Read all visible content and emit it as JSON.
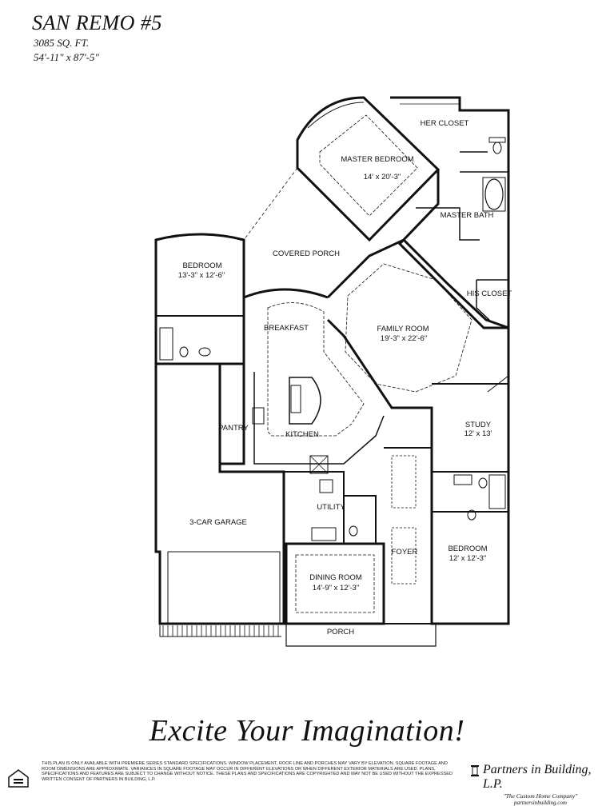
{
  "header": {
    "title": "SAN REMO #5",
    "square_feet": "3085 SQ. FT.",
    "dimensions": "54'-11\" x 87'-5\""
  },
  "rooms": {
    "her_closet": "HER CLOSET",
    "master_bedroom": {
      "name": "MASTER BEDROOM",
      "size": "14' x 20'-3\""
    },
    "master_bath": "MASTER BATH",
    "his_closet": "HIS CLOSET",
    "covered_porch": "COVERED PORCH",
    "bedroom_2": {
      "name": "BEDROOM",
      "size": "13'-3\" x 12'-6\""
    },
    "breakfast": "BREAKFAST",
    "family_room": {
      "name": "FAMILY ROOM",
      "size": "19'-3\" x 22'-6\""
    },
    "pantry": "PANTRY",
    "kitchen": "KITCHEN",
    "study": {
      "name": "STUDY",
      "size": "12' x 13'"
    },
    "utility": "UTILITY",
    "garage": "3-CAR GARAGE",
    "foyer": "FOYER",
    "bedroom_3": {
      "name": "BEDROOM",
      "size": "12' x 12'-3\""
    },
    "dining_room": {
      "name": "DINING ROOM",
      "size": "14'-9\" x 12'-3\""
    },
    "porch": "PORCH"
  },
  "footer": {
    "slogan": "Excite Your Imagination!",
    "disclaimer": "This plan is only available with premiere series standard specifications. Window placement, roof line and porches may vary by elevation. Square footage and room dimensions are approximate. Variances in square footage may occur in different elevations or when different exterior materials are used. Plans, specifications and features are subject to change without notice. These plans and specifications are copyrighted and may not be used without the expressed written consent of Partners in Building, L.P.",
    "brand_name": "Partners in Building, L.P.",
    "brand_tagline": "\"The Custom Home Company\"",
    "brand_url": "partnersinbuilding.com"
  }
}
